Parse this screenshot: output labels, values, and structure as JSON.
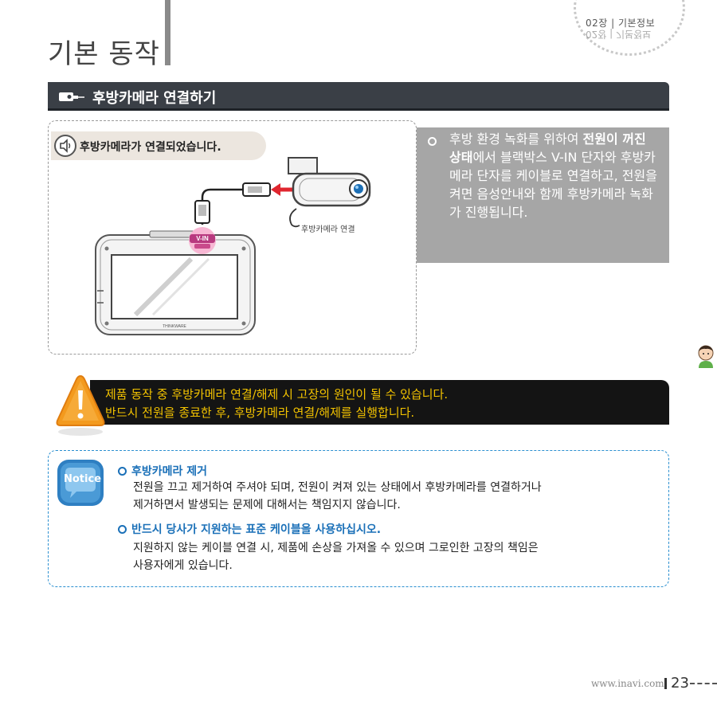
{
  "header": {
    "page_title": "기본 동작",
    "chapter": "02장 | 기본정보",
    "chapter_mirror": "02장 | 기본정보"
  },
  "section": {
    "title": "후방카메라 연결하기",
    "icon": "camera-plug-icon"
  },
  "illustration": {
    "speech_label": "후방카메라가 연결되었습니다.",
    "speech_icon": "speaker-icon",
    "port_label": "V-IN",
    "caption": "후방카메라 연결",
    "device_brand": "THINKWARE"
  },
  "info": {
    "line1": "후방 환경 녹화를 위하여 ",
    "bold1": "전원이 꺼진 상태",
    "line2": "에서 블랙박스 V-IN 단자와 후방카메라 단자를 케이블로 연결하고, 전원을 켜면 음성안내와 함께 후방카메라 녹화가 진행됩니다."
  },
  "warning": {
    "icon": "warning-icon",
    "line1": "제품 동작 중 후방카메라 연결/해제 시 고장의 원인이 될 수 있습니다.",
    "line2": "반드시 전원을 종료한 후, 후방카메라 연결/해제를 실행합니다."
  },
  "notice": {
    "badge": "Notice",
    "items": [
      {
        "heading": "후방카메라 제거",
        "body1": "전원을 끄고 제거하여 주셔야 되며, 전원이 켜져 있는 상태에서 후방카메라를 연결하거나",
        "body2": "제거하면서 발생되는 문제에 대해서는 책임지지 않습니다."
      },
      {
        "heading": "반드시 당사가 지원하는 표준 케이블을 사용하십시오.",
        "body1": "지원하지 않는 케이블 연결 시, 제품에 손상을 가져올 수 있으며 그로인한 고장의 책임은",
        "body2": "사용자에게 있습니다."
      }
    ]
  },
  "footer": {
    "url": "www.inavi.com",
    "page_number": "23"
  },
  "colors": {
    "section_bg": "#3a3f46",
    "info_bg": "#a6a6a6",
    "warning_text": "#f2c200",
    "notice_accent": "#1a70b8"
  }
}
